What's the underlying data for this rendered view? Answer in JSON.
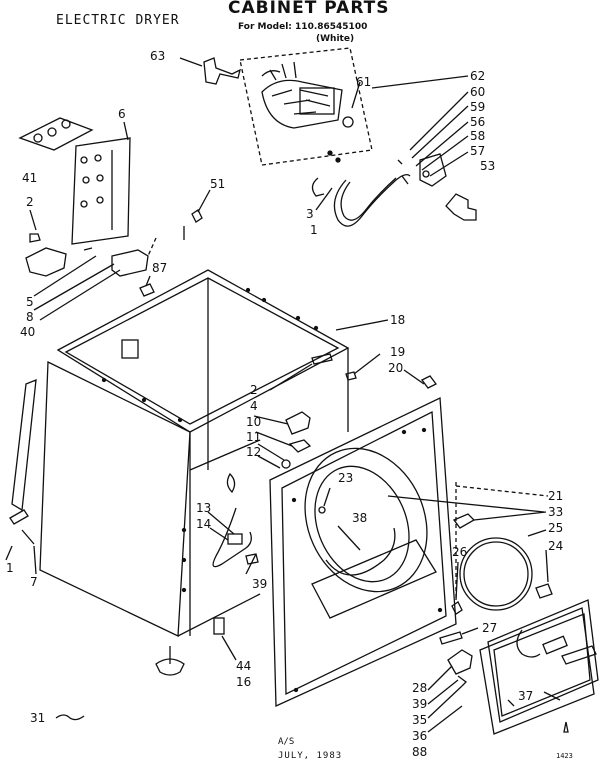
{
  "header": {
    "left_label": "ELECTRIC DRYER",
    "title": "CABINET PARTS",
    "model_line": "For Model: 110.86545100",
    "color_line": "(White)"
  },
  "footer": {
    "line1": "A/S",
    "line2": "JULY, 1983",
    "code": "1423"
  },
  "callouts": [
    {
      "id": "c63",
      "text": "63"
    },
    {
      "id": "c61",
      "text": "61"
    },
    {
      "id": "c62",
      "text": "62"
    },
    {
      "id": "c60",
      "text": "60"
    },
    {
      "id": "c59",
      "text": "59"
    },
    {
      "id": "c56",
      "text": "56"
    },
    {
      "id": "c58",
      "text": "58"
    },
    {
      "id": "c57",
      "text": "57"
    },
    {
      "id": "c53",
      "text": "53"
    },
    {
      "id": "c6",
      "text": "6"
    },
    {
      "id": "c51",
      "text": "51"
    },
    {
      "id": "c41",
      "text": "41"
    },
    {
      "id": "c2a",
      "text": "2"
    },
    {
      "id": "c3",
      "text": "3"
    },
    {
      "id": "c1a",
      "text": "1"
    },
    {
      "id": "c87",
      "text": "87"
    },
    {
      "id": "c5",
      "text": "5"
    },
    {
      "id": "c8",
      "text": "8"
    },
    {
      "id": "c40",
      "text": "40"
    },
    {
      "id": "c18",
      "text": "18"
    },
    {
      "id": "c19",
      "text": "19"
    },
    {
      "id": "c20",
      "text": "20"
    },
    {
      "id": "c2b",
      "text": "2"
    },
    {
      "id": "c4",
      "text": "4"
    },
    {
      "id": "c10",
      "text": "10"
    },
    {
      "id": "c11",
      "text": "11"
    },
    {
      "id": "c12",
      "text": "12"
    },
    {
      "id": "c23",
      "text": "23"
    },
    {
      "id": "c21",
      "text": "21"
    },
    {
      "id": "c38",
      "text": "38"
    },
    {
      "id": "c33",
      "text": "33"
    },
    {
      "id": "c25",
      "text": "25"
    },
    {
      "id": "c24",
      "text": "24"
    },
    {
      "id": "c13",
      "text": "13"
    },
    {
      "id": "c14",
      "text": "14"
    },
    {
      "id": "c39a",
      "text": "39"
    },
    {
      "id": "c26",
      "text": "26"
    },
    {
      "id": "c1b",
      "text": "1"
    },
    {
      "id": "c7",
      "text": "7"
    },
    {
      "id": "c27",
      "text": "27"
    },
    {
      "id": "c44",
      "text": "44"
    },
    {
      "id": "c16",
      "text": "16"
    },
    {
      "id": "c28",
      "text": "28"
    },
    {
      "id": "c37",
      "text": "37"
    },
    {
      "id": "c39b",
      "text": "39"
    },
    {
      "id": "c35",
      "text": "35"
    },
    {
      "id": "c36",
      "text": "36"
    },
    {
      "id": "c88",
      "text": "88"
    },
    {
      "id": "c31",
      "text": "31"
    }
  ]
}
